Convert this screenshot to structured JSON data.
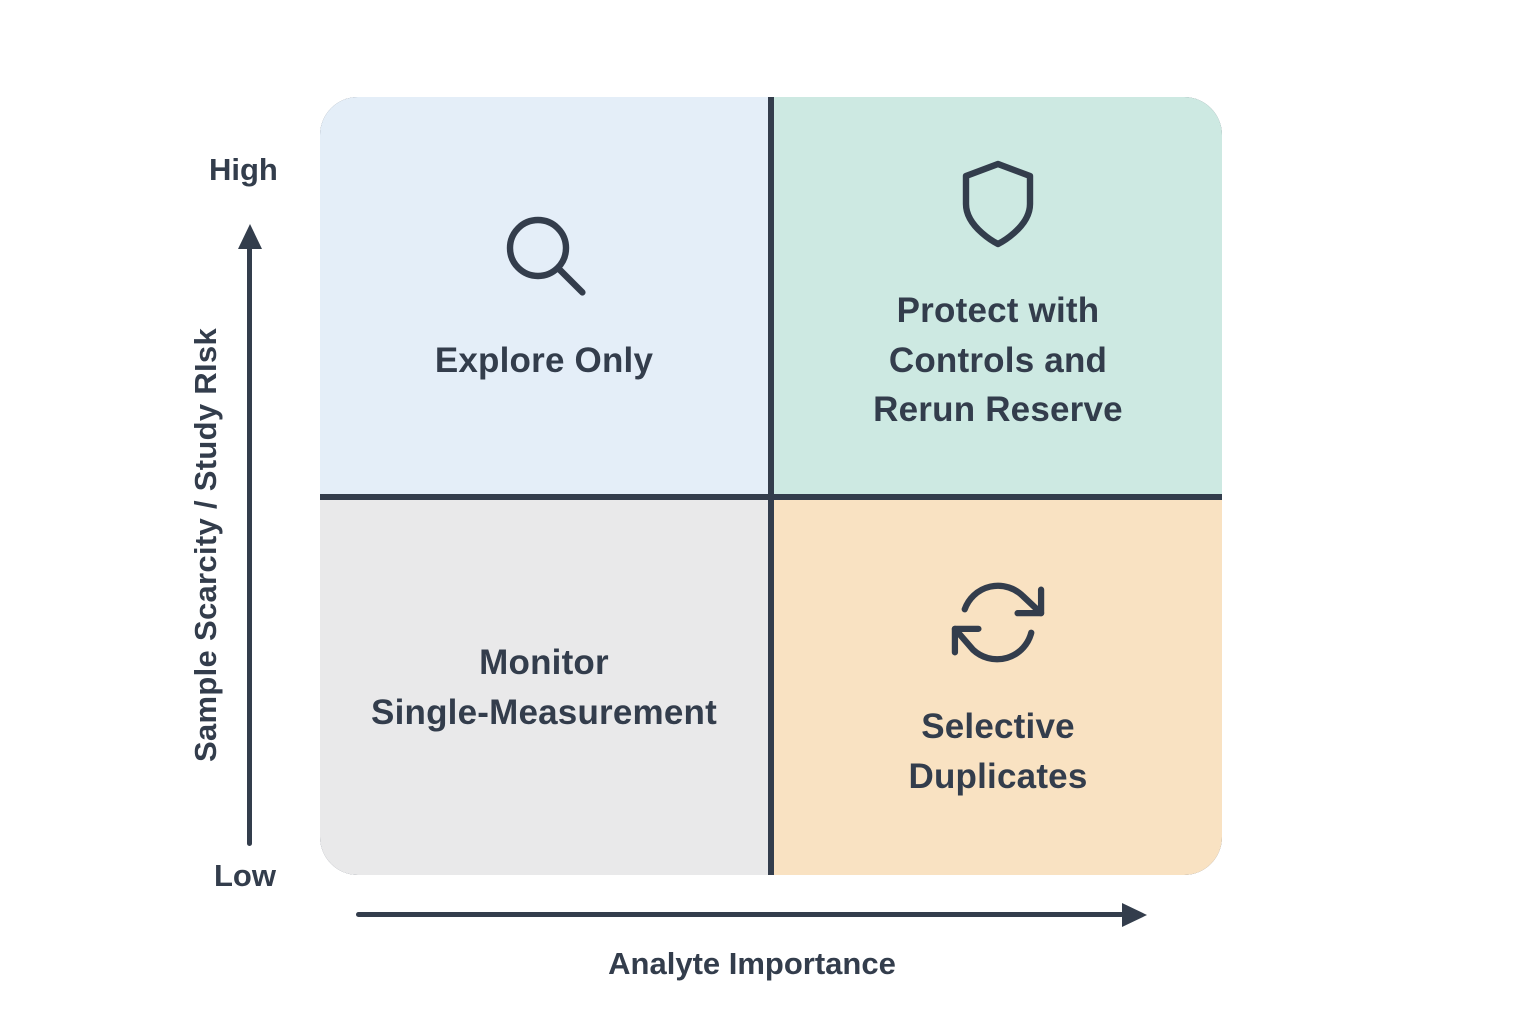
{
  "colors": {
    "ink": "#333d4c",
    "quadrant_top_left_bg": "#e4eef8",
    "quadrant_top_right_bg": "#cde9e2",
    "quadrant_bottom_left_bg": "#e9e9ea",
    "quadrant_bottom_right_bg": "#f9e2c2"
  },
  "axes": {
    "y_label": "Sample Scarcity / Study RIsk",
    "y_high": "High",
    "y_low": "Low",
    "x_label": "Analyte Importance"
  },
  "quadrants": [
    {
      "position": "top-left",
      "label": "Explore Only",
      "icon": "search-icon",
      "bg": "#e4eef8"
    },
    {
      "position": "top-right",
      "label": "Protect with\nControls and\nRerun Reserve",
      "icon": "shield-icon",
      "bg": "#cde9e2"
    },
    {
      "position": "bottom-left",
      "label": "Monitor\nSingle-Measurement",
      "icon": null,
      "bg": "#e9e9ea"
    },
    {
      "position": "bottom-right",
      "label": "Selective\nDuplicates",
      "icon": "refresh-icon",
      "bg": "#f9e2c2"
    }
  ]
}
